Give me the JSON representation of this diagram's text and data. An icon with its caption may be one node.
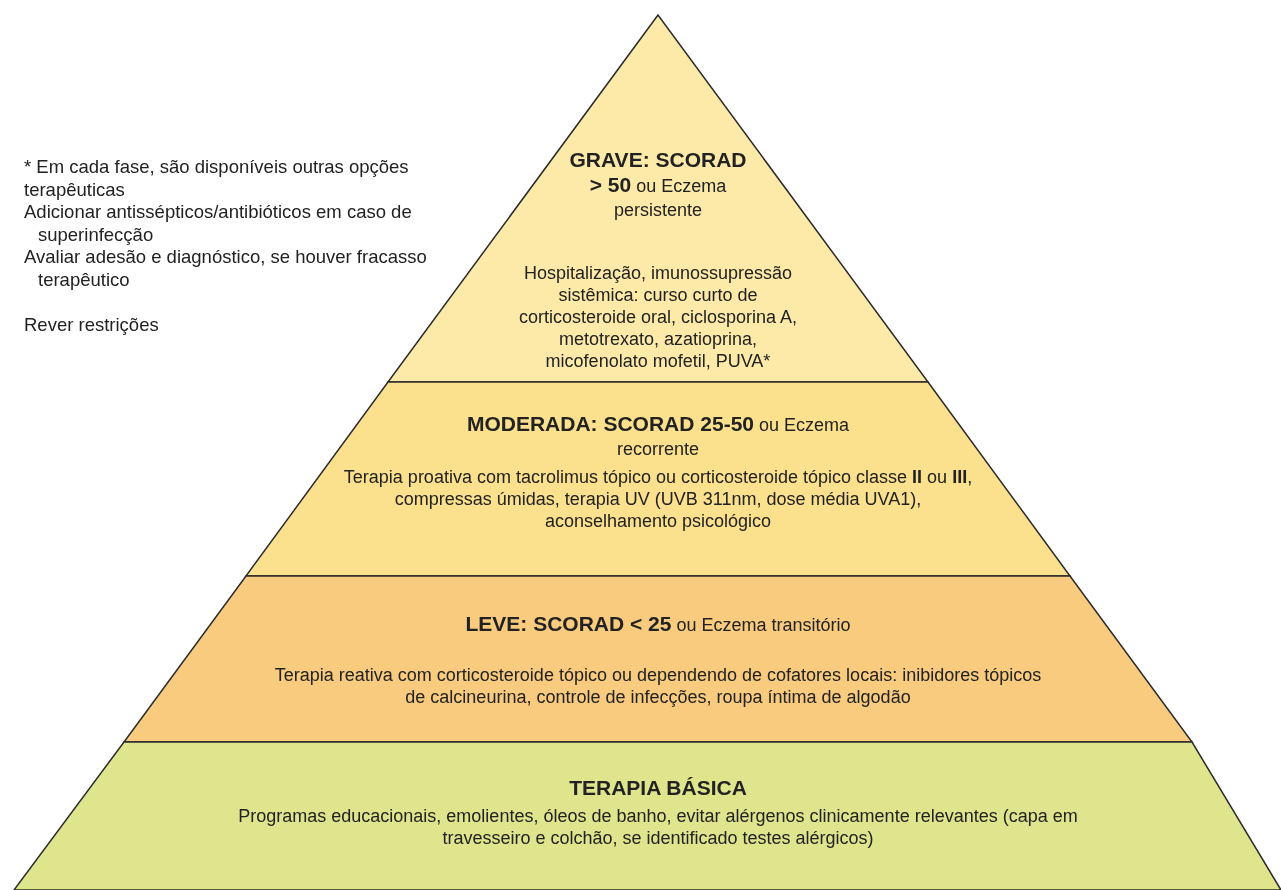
{
  "diagram": {
    "nodes": [
      {
        "text": [
          "**GRAVE: SCORAD > 50** ou Eczema persistente",
          "Hospitalização, imunossupressão sistêmica: curso curto de corticosteroide oral, ciclosporina A, metotrexato, azatioprina, micofenolato mofetil, PUVA*"
        ]
      },
      {
        "text": [
          "**MODERADA: SCORAD 25-50** ou Eczema recorrente",
          "Terapia proativa com tacrolimus tópico ou corticosteroide tópico classe **II** ou **III**, compressas úmidas, terapia UV (UVB 311nm, dose média UVA1), aconselhamento psicológico"
        ]
      },
      {
        "text": [
          "**LEVE: SCORAD < 25** ou Eczema transitório",
          "Terapia reativa com corticosteroide tópico ou dependendo de cofatores locais: inibidores tópicos de calcineurina, controle de infecções, roupa íntima de algodão"
        ]
      },
      {
        "text": [
          "**TERAPIA BÁSICA**",
          "Programas educacionais, emolientes, óleos de banho, evitar alérgenos clinicamente relevantes (capa em travesseiro e colchão, se identificado testes alérgicos)"
        ]
      }
    ],
    "labels": [
      "* Em cada fase, são disponíveis outras opções terapêuticas",
      "Adicionar antissépticos/antibióticos em caso de superinfecção",
      "Avaliar adesão e diagnóstico, se houver fracasso terapêutico",
      "Rever restrições"
    ]
  }
}
